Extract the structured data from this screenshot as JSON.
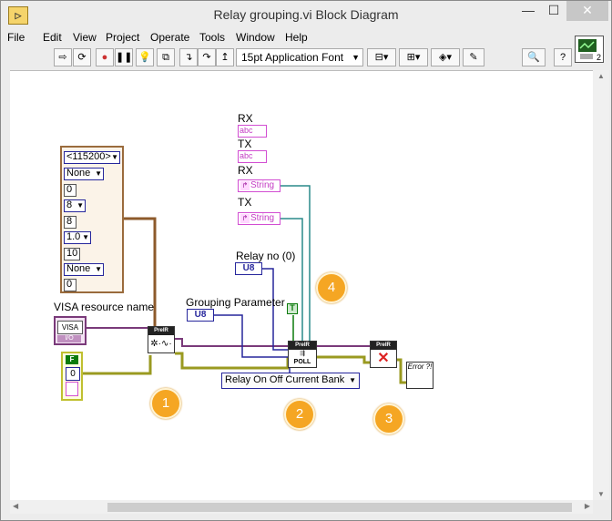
{
  "window": {
    "title": "Relay grouping.vi Block Diagram",
    "app_icon": "labview-vi-icon",
    "minimize": "—",
    "maximize": "☐",
    "close": "✕"
  },
  "menu": [
    "File",
    "Edit",
    "View",
    "Project",
    "Operate",
    "Tools",
    "Window",
    "Help"
  ],
  "toolbar": {
    "font": "15pt Application Font",
    "buttons": [
      "run-arrow",
      "run-continuously",
      "abort",
      "pause",
      "highlight-execution",
      "retain-wire-values",
      "step-into",
      "step-over",
      "step-out",
      "align-objects",
      "distribute-objects",
      "reorder",
      "cleanup",
      "search",
      "help"
    ]
  },
  "context_help_num": "2",
  "diagram": {
    "labels": {
      "rx1": "RX",
      "tx1": "TX",
      "rx2": "RX",
      "tx2": "TX",
      "relay_no": "Relay no (0)",
      "grouping": "Grouping Parameter",
      "visa": "VISA resource name"
    },
    "string_const": "abc",
    "string_ind": "String",
    "u8": "U8",
    "bool_true": "T",
    "cluster": [
      "<115200>",
      "None",
      "0",
      "8",
      "8",
      "1.0",
      "10",
      "None",
      "0"
    ],
    "visa_text": "VISA",
    "visa_foot": "I/O",
    "error_cluster": {
      "status": "F",
      "code": "0"
    },
    "subvi_header": "PreIR",
    "subvi_poll": "POLL",
    "enum_value": "Relay On Off Current Bank",
    "error_dialog": "Error ?!"
  },
  "badges": [
    "1",
    "2",
    "3",
    "4"
  ]
}
